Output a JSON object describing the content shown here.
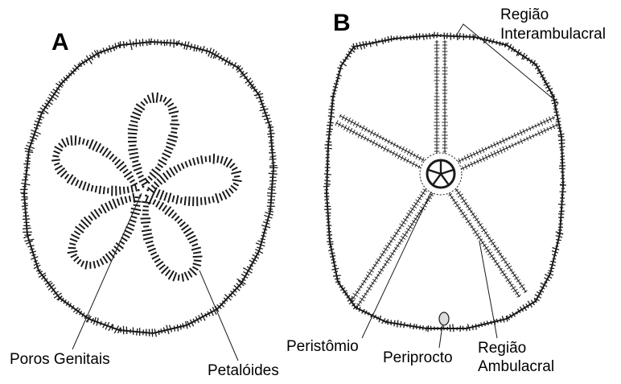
{
  "panels": {
    "a": {
      "letter": "A"
    },
    "b": {
      "letter": "B"
    }
  },
  "labels": {
    "poros_genitais": "Poros Genitais",
    "petaloides": "Petalóides",
    "regiao_interambulacral_1": "Região",
    "regiao_interambulacral_2": "Interambulacral",
    "peristomio": "Peristômio",
    "periprocto": "Periprocto",
    "regiao_ambulacral_1": "Região",
    "regiao_ambulacral_2": "Ambulacral"
  },
  "colors": {
    "ink": "#1a1a1a",
    "background": "#ffffff"
  }
}
